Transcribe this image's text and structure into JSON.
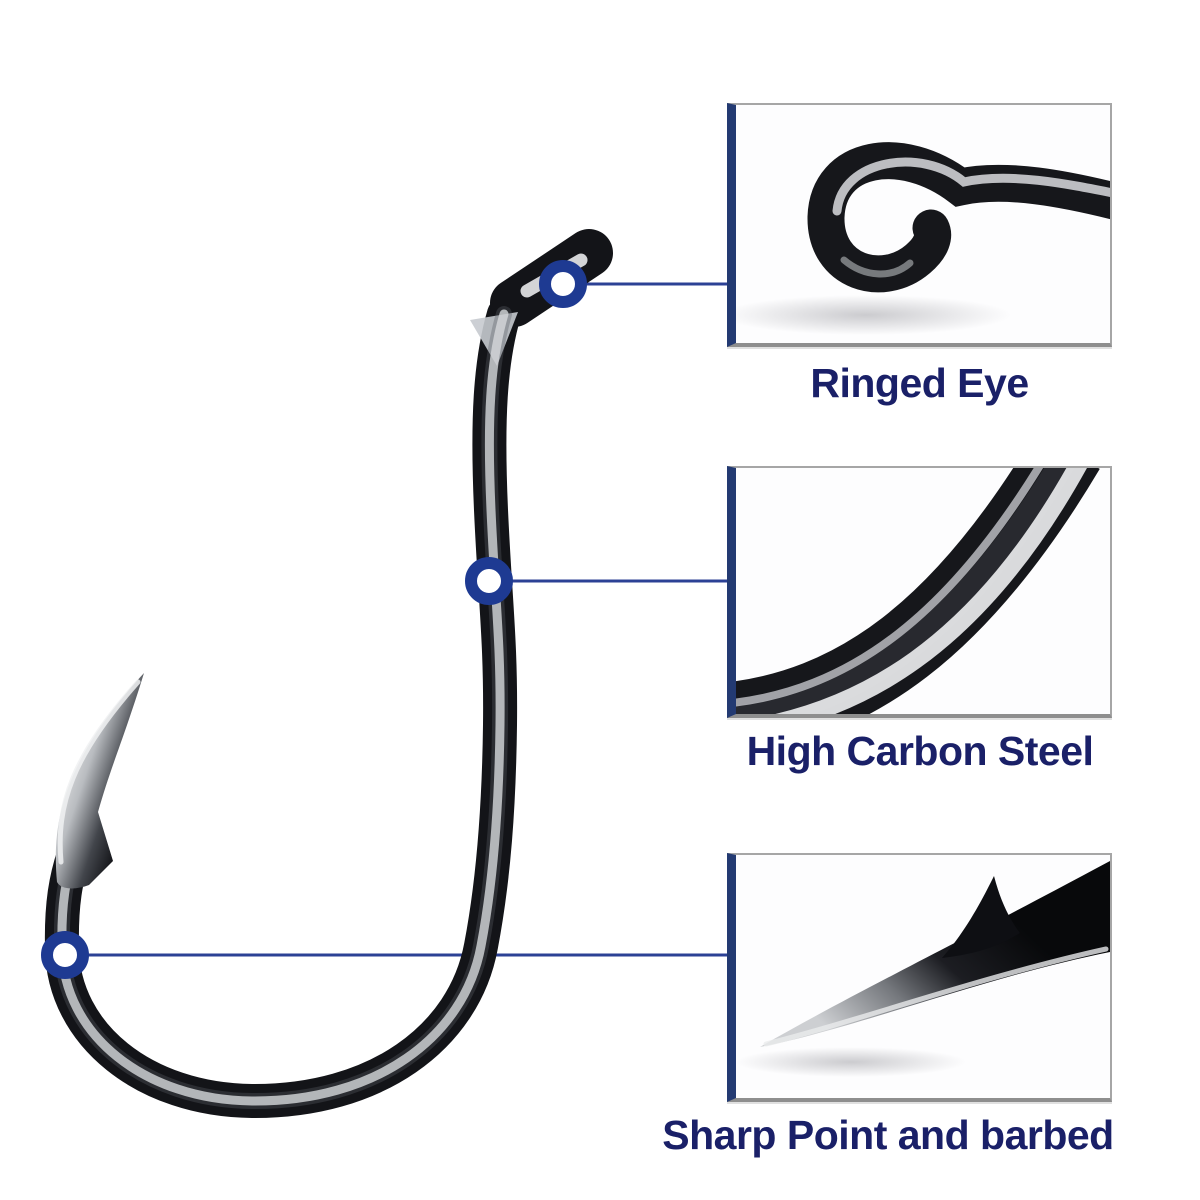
{
  "callouts": [
    {
      "id": "ringed-eye",
      "label": "Ringed Eye"
    },
    {
      "id": "high-carbon-steel",
      "label": "High Carbon Steel"
    },
    {
      "id": "sharp-point-barbed",
      "label": "Sharp Point and barbed"
    }
  ],
  "colors": {
    "background": "#ffffff",
    "marker_blue": "#1e3a92",
    "connector_blue": "#2c4195",
    "label_navy": "#1a2068",
    "frame_bar_navy": "#233a72",
    "frame_gray": "#a6a6a6",
    "metal_dark": "#16171b"
  }
}
